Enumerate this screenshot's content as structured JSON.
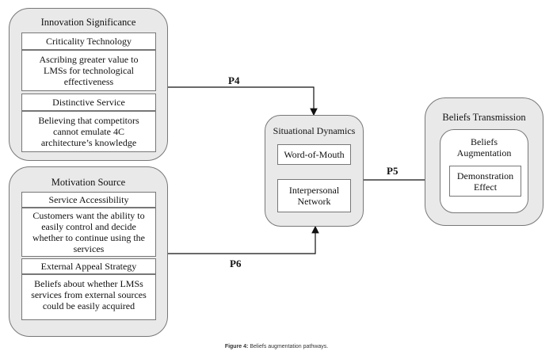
{
  "innovation": {
    "title": "Innovation Significance",
    "criticality_title": "Criticality Technology",
    "criticality_desc": [
      "Ascribing greater value to",
      "LMSs for technological",
      "effectiveness"
    ],
    "distinctive_title": "Distinctive Service",
    "distinctive_desc": [
      "Believing that competitors",
      "cannot emulate 4C",
      "architecture’s knowledge"
    ]
  },
  "motivation": {
    "title": "Motivation Source",
    "access_title": "Service Accessibility",
    "access_desc": [
      "Customers want the ability to",
      "easily control and decide",
      "whether to continue using the",
      "services"
    ],
    "external_title": "External Appeal Strategy",
    "external_desc": [
      "Beliefs about whether LMSs",
      "services from external sources",
      "could be easily acquired"
    ]
  },
  "situational": {
    "title": "Situational Dynamics",
    "wom": "Word-of-Mouth",
    "interpersonal": [
      "Interpersonal",
      "Network"
    ]
  },
  "beliefs": {
    "title": "Beliefs Transmission",
    "augmentation": [
      "Beliefs",
      "Augmentation"
    ],
    "demo": [
      "Demonstration",
      "Effect"
    ]
  },
  "paths": {
    "p4": "P4",
    "p5": "P5",
    "p6": "P6"
  },
  "caption": {
    "label": "Figure 4:",
    "text": " Beliefs augmentation pathways."
  }
}
